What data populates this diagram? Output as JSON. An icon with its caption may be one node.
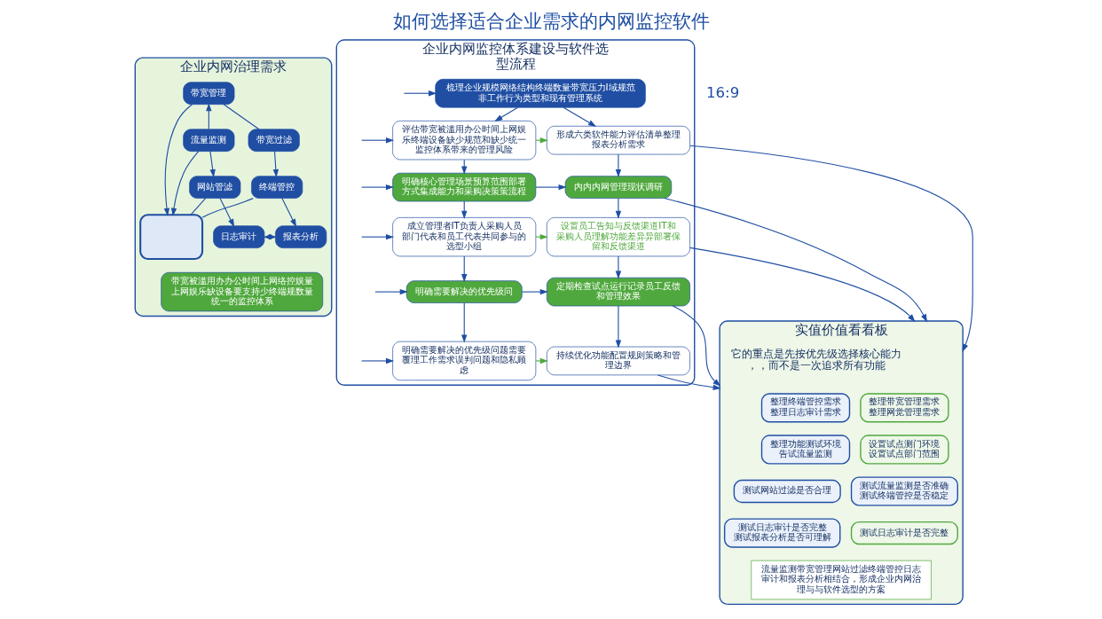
{
  "diagram": {
    "title": "如何选择适合企业需求的内网监控软件",
    "nodes": [
      {
        "text": [
          "企业内网治理需求"
        ]
      },
      {
        "text": [
          "带宽管理"
        ],
        "in": 0
      },
      {
        "text": [
          "流量监测"
        ],
        "in": 0
      },
      {
        "text": [
          "带宽过滤"
        ],
        "in": 0
      },
      {
        "text": [],
        "shape": "box",
        "in": 0
      },
      {
        "text": [
          "网站管滤"
        ],
        "in": 0
      },
      {
        "text": [
          "终端管控"
        ],
        "in": 0
      },
      {
        "text": [
          "日志审计"
        ],
        "in": 0
      },
      {
        "text": [
          "报表分析"
        ],
        "in": 0
      },
      {
        "text": [
          "带宽被滥用办办公时间上网络控娱量上网娱乐缺设备要支持少终端规数量统一的监控体系"
        ],
        "in": 0
      },
      {
        "text": [
          "企业内网监控体系建设与软件选型流程"
        ]
      },
      {
        "text": [
          "梳理企业规模网络结构终端数量带宽压力I域规范非工作行为类型和现有管理系统"
        ],
        "in": 10
      },
      {
        "text": [
          "评估带宽被滥用办公时间上网娱乐终端设备缺少规范和缺少统一监控体系带来的管理风险"
        ],
        "in": 10
      },
      {
        "text": [
          "形成六类软件能力评估清单整理报表分析需求"
        ],
        "in": 10
      },
      {
        "text": [
          "明确核心管理场景预算范围部署方式集成能力和采购决策策流程"
        ],
        "in": 10
      },
      {
        "text": [
          "内内内网管理现状调研"
        ],
        "in": 10
      },
      {
        "text": [
          "成立管理者IT负责人采购人员部门代表和员工代表共同参与的选型小组"
        ],
        "in": 10
      },
      {
        "text": [
          "设置员工告知与反馈渠道IT和采购人员理解功能差异异部署保留和反馈渠道"
        ],
        "in": 10
      },
      {
        "text": [
          "明确需要解决的优先级问"
        ],
        "in": 10
      },
      {
        "text": [
          "明确需要解决的优先级问题需要覆理工作需求误判问题和隐私顾虑"
        ],
        "in": 10
      },
      {
        "text": [
          "定期检查试点运行记录员工反馈和管理效果"
        ],
        "in": 10
      },
      {
        "text": [
          "持续优化功能配置规则策略和管理边界"
        ],
        "in": 10
      },
      {
        "text": [
          "实值价值看看板"
        ]
      },
      {
        "text": [
          "整理带宽管理需求",
          "整理网觉管理需求"
        ],
        "in": 22
      },
      {
        "text": [
          "整理终端管控需求",
          "整理日志审计需求"
        ],
        "in": 22
      },
      {
        "text": [
          "设置试点测门环境",
          "设置试点部门范围"
        ],
        "in": 22
      },
      {
        "text": [
          "整理功能测试环境",
          "告试流量监测"
        ],
        "in": 22
      },
      {
        "text": [
          "测试流量监测是否准确",
          "测试终端管控是否稳定"
        ],
        "in": 22
      },
      {
        "text": [
          "测试网站过滤是否合理"
        ],
        "in": 22
      },
      {
        "text": [
          "测试日志审计是否完整"
        ],
        "in": 22
      },
      {
        "text": [
          "测试日志审计是否完整",
          "测试报表分析是否可理解"
        ],
        "in": 22
      },
      {
        "text": [
          "流量监测带宽管理网站过滤终端管控日志审计和报表分析相结合，形成企业内网治理与与软件选型的方案"
        ],
        "in": 22
      }
    ],
    "edges": [
      {
        "from": 2,
        "to": 1,
        "arrow": "to"
      },
      {
        "from": 1,
        "to": 3,
        "arrow": "none"
      },
      {
        "from": 1,
        "to": 4,
        "arrow": "to"
      },
      {
        "from": 2,
        "to": 4,
        "arrow": "to"
      },
      {
        "from": 2,
        "to": 5,
        "arrow": "to"
      },
      {
        "from": 3,
        "to": 6,
        "arrow": "to"
      },
      {
        "from": 5,
        "to": 4,
        "arrow": "none"
      },
      {
        "from": 6,
        "to": 4,
        "arrow": "none"
      },
      {
        "from": 5,
        "to": 7,
        "arrow": "to"
      },
      {
        "from": 6,
        "to": 8,
        "arrow": "to"
      },
      {
        "from": 7,
        "to": 8,
        "arrow": "both"
      },
      {
        "from": 11,
        "to": 12,
        "arrow": "to"
      },
      {
        "from": 11,
        "to": 13,
        "arrow": "to"
      },
      {
        "from": 12,
        "to": 13,
        "arrow": "to",
        "color": "#4fa83d"
      },
      {
        "from": 12,
        "to": 14,
        "arrow": "to"
      },
      {
        "from": 13,
        "to": 15,
        "arrow": "to"
      },
      {
        "from": 14,
        "to": 15,
        "arrow": "to"
      },
      {
        "from": 14,
        "to": 16,
        "arrow": "to"
      },
      {
        "from": 15,
        "to": 17,
        "arrow": "to"
      },
      {
        "from": 16,
        "to": 17,
        "arrow": "to",
        "color": "#4fa83d"
      },
      {
        "from": 16,
        "to": 18,
        "arrow": "to"
      },
      {
        "from": 17,
        "to": 20,
        "arrow": "to"
      },
      {
        "from": 18,
        "to": 20,
        "arrow": "to"
      },
      {
        "from": 18,
        "to": 19,
        "arrow": "to"
      },
      {
        "from": 20,
        "to": 21,
        "arrow": "to"
      },
      {
        "from": 19,
        "to": 21,
        "arrow": "to",
        "color": "#4fa83d"
      },
      {
        "from": null,
        "to": 11,
        "arrow": "to"
      },
      {
        "from": null,
        "to": 12,
        "arrow": "to"
      },
      {
        "from": null,
        "to": 14,
        "arrow": "to"
      },
      {
        "from": null,
        "to": 16,
        "arrow": "to"
      },
      {
        "from": null,
        "to": 18,
        "arrow": "to"
      },
      {
        "from": null,
        "to": 19,
        "arrow": "to"
      },
      {
        "from": 15,
        "to": 22,
        "arrow": "to"
      },
      {
        "from": 13,
        "to": 22,
        "arrow": "to"
      },
      {
        "from": 17,
        "to": 22,
        "arrow": "to"
      },
      {
        "from": 20,
        "to": 22,
        "arrow": "to"
      },
      {
        "from": 21,
        "to": 22,
        "arrow": "to"
      }
    ],
    "labels": [
      "16:9",
      "它的重点是先按优先级选择核心能力，，而不是一次追求所有功能"
    ]
  }
}
